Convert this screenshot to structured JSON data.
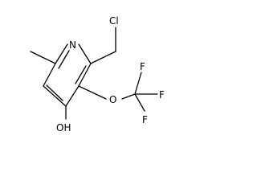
{
  "molecule": {
    "atoms": {
      "N": "N",
      "Cl": "Cl",
      "O_ether": "O",
      "F1": "F",
      "F2": "F",
      "F3": "F",
      "OH": "OH"
    },
    "colors": {
      "bond": "#000000",
      "label": "#000000",
      "background": "#ffffff"
    }
  }
}
